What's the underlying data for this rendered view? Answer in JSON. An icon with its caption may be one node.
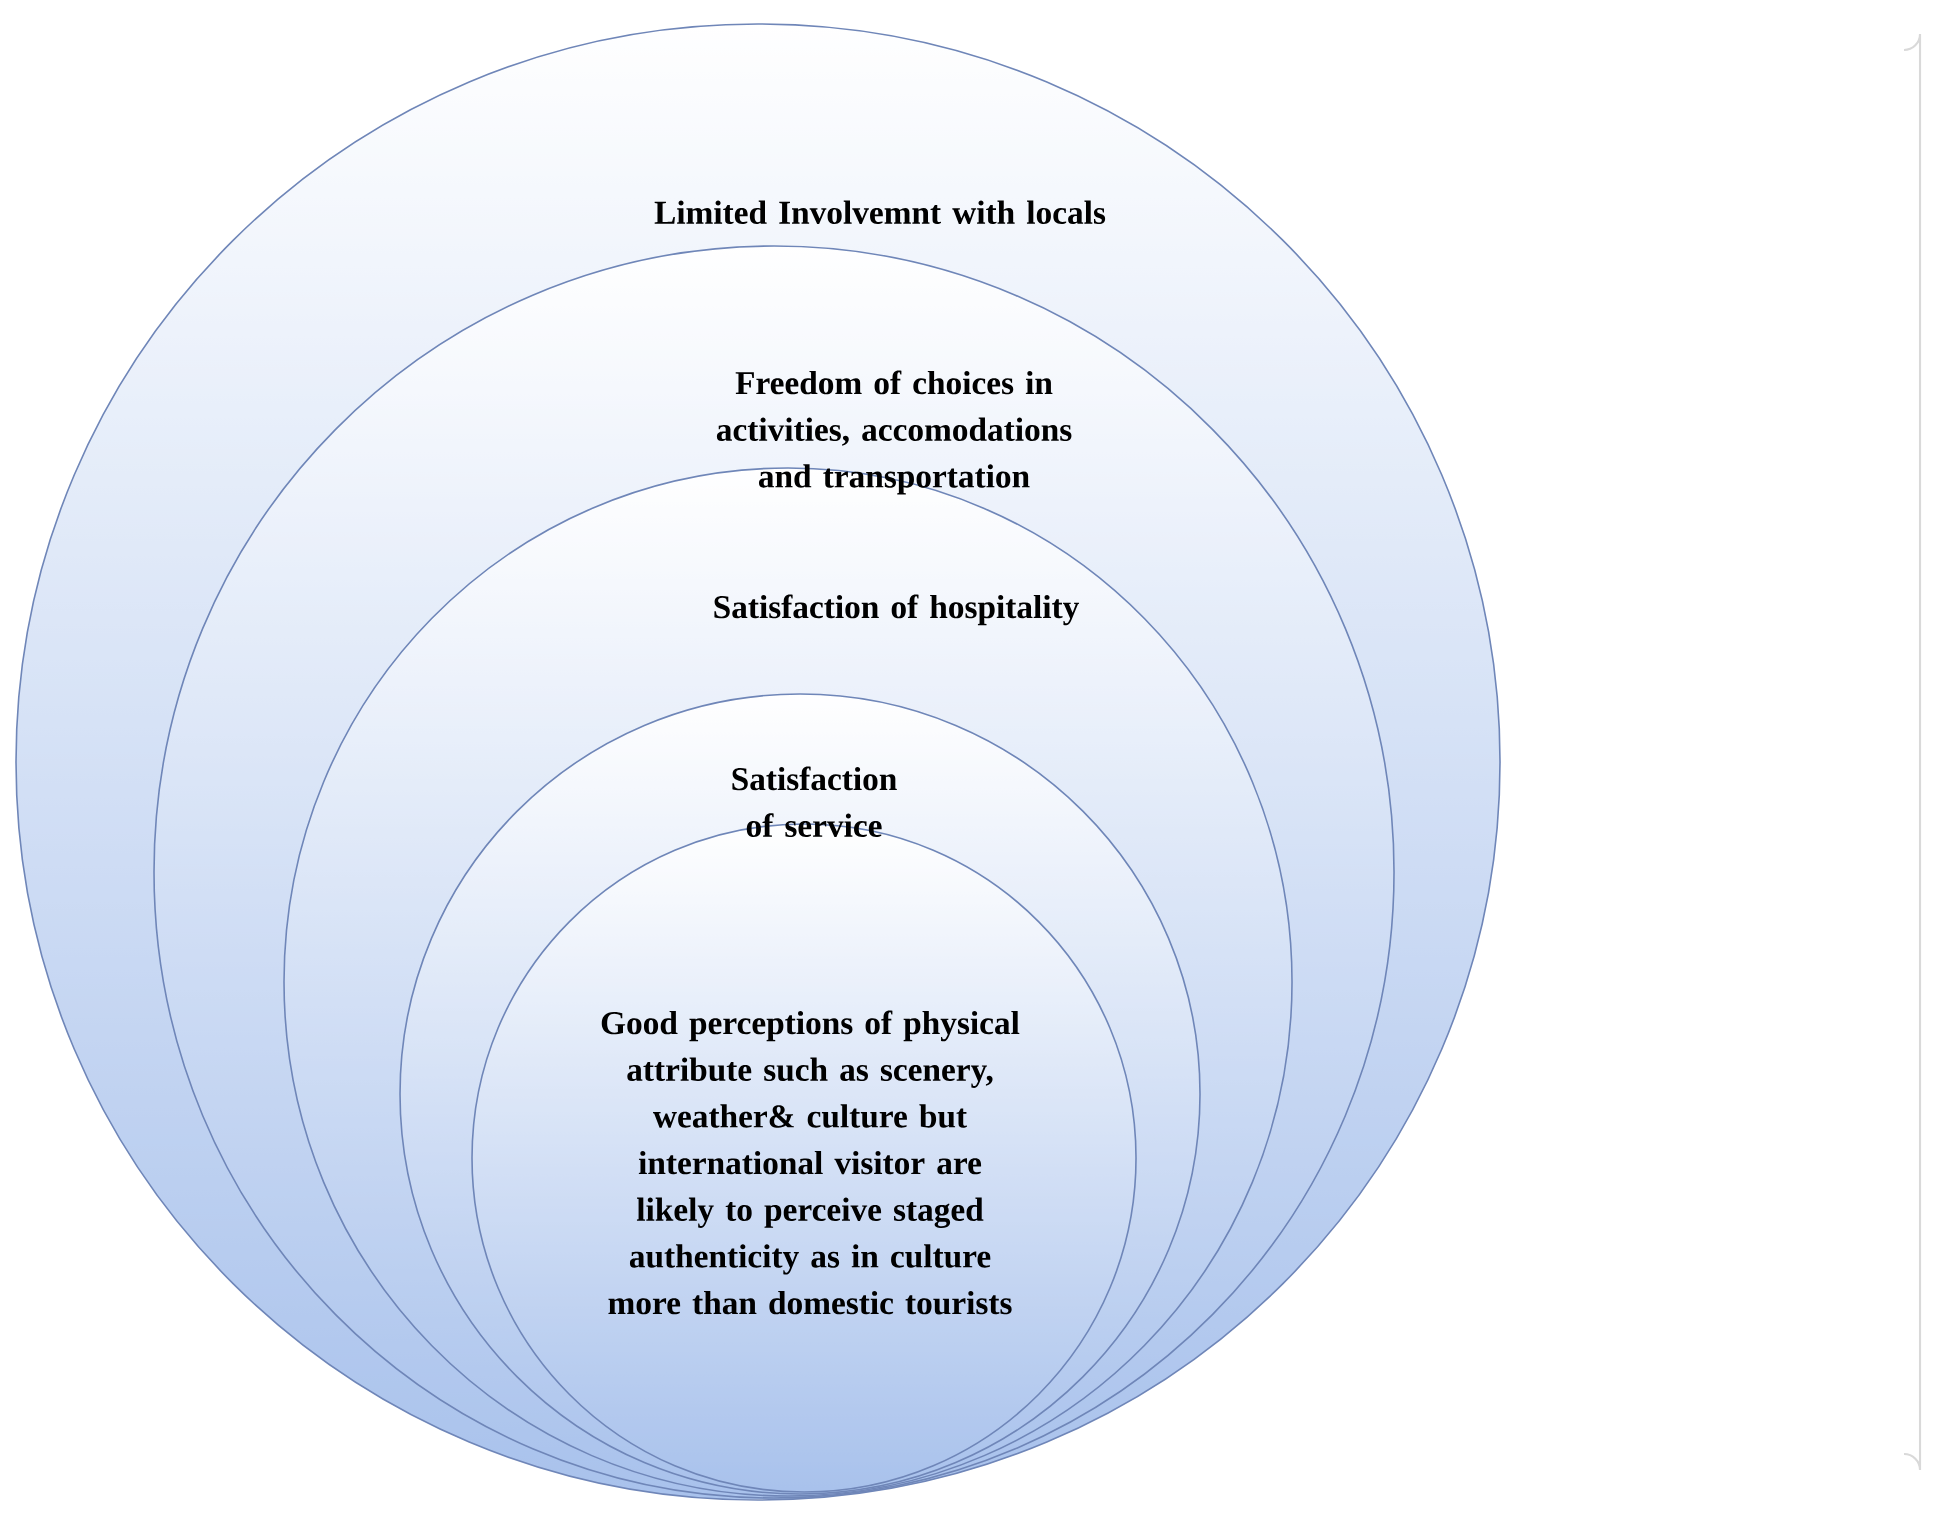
{
  "diagram": {
    "nodes": [
      {
        "text": [
          "Limited Involvemnt with locals"
        ]
      },
      {
        "text": [
          "Freedom of choices in activities, accomodations and transportation"
        ],
        "in": 0
      },
      {
        "text": [
          "Satisfaction of hospitality"
        ],
        "in": 1
      },
      {
        "text": [
          "Satisfaction of service"
        ],
        "in": 2
      },
      {
        "text": [
          "Good perceptions of physical attribute such as scenery, weather& culture but international visitor are likely to perceive staged authenticity as in culture more than domestic tourists"
        ],
        "in": 3
      }
    ]
  }
}
